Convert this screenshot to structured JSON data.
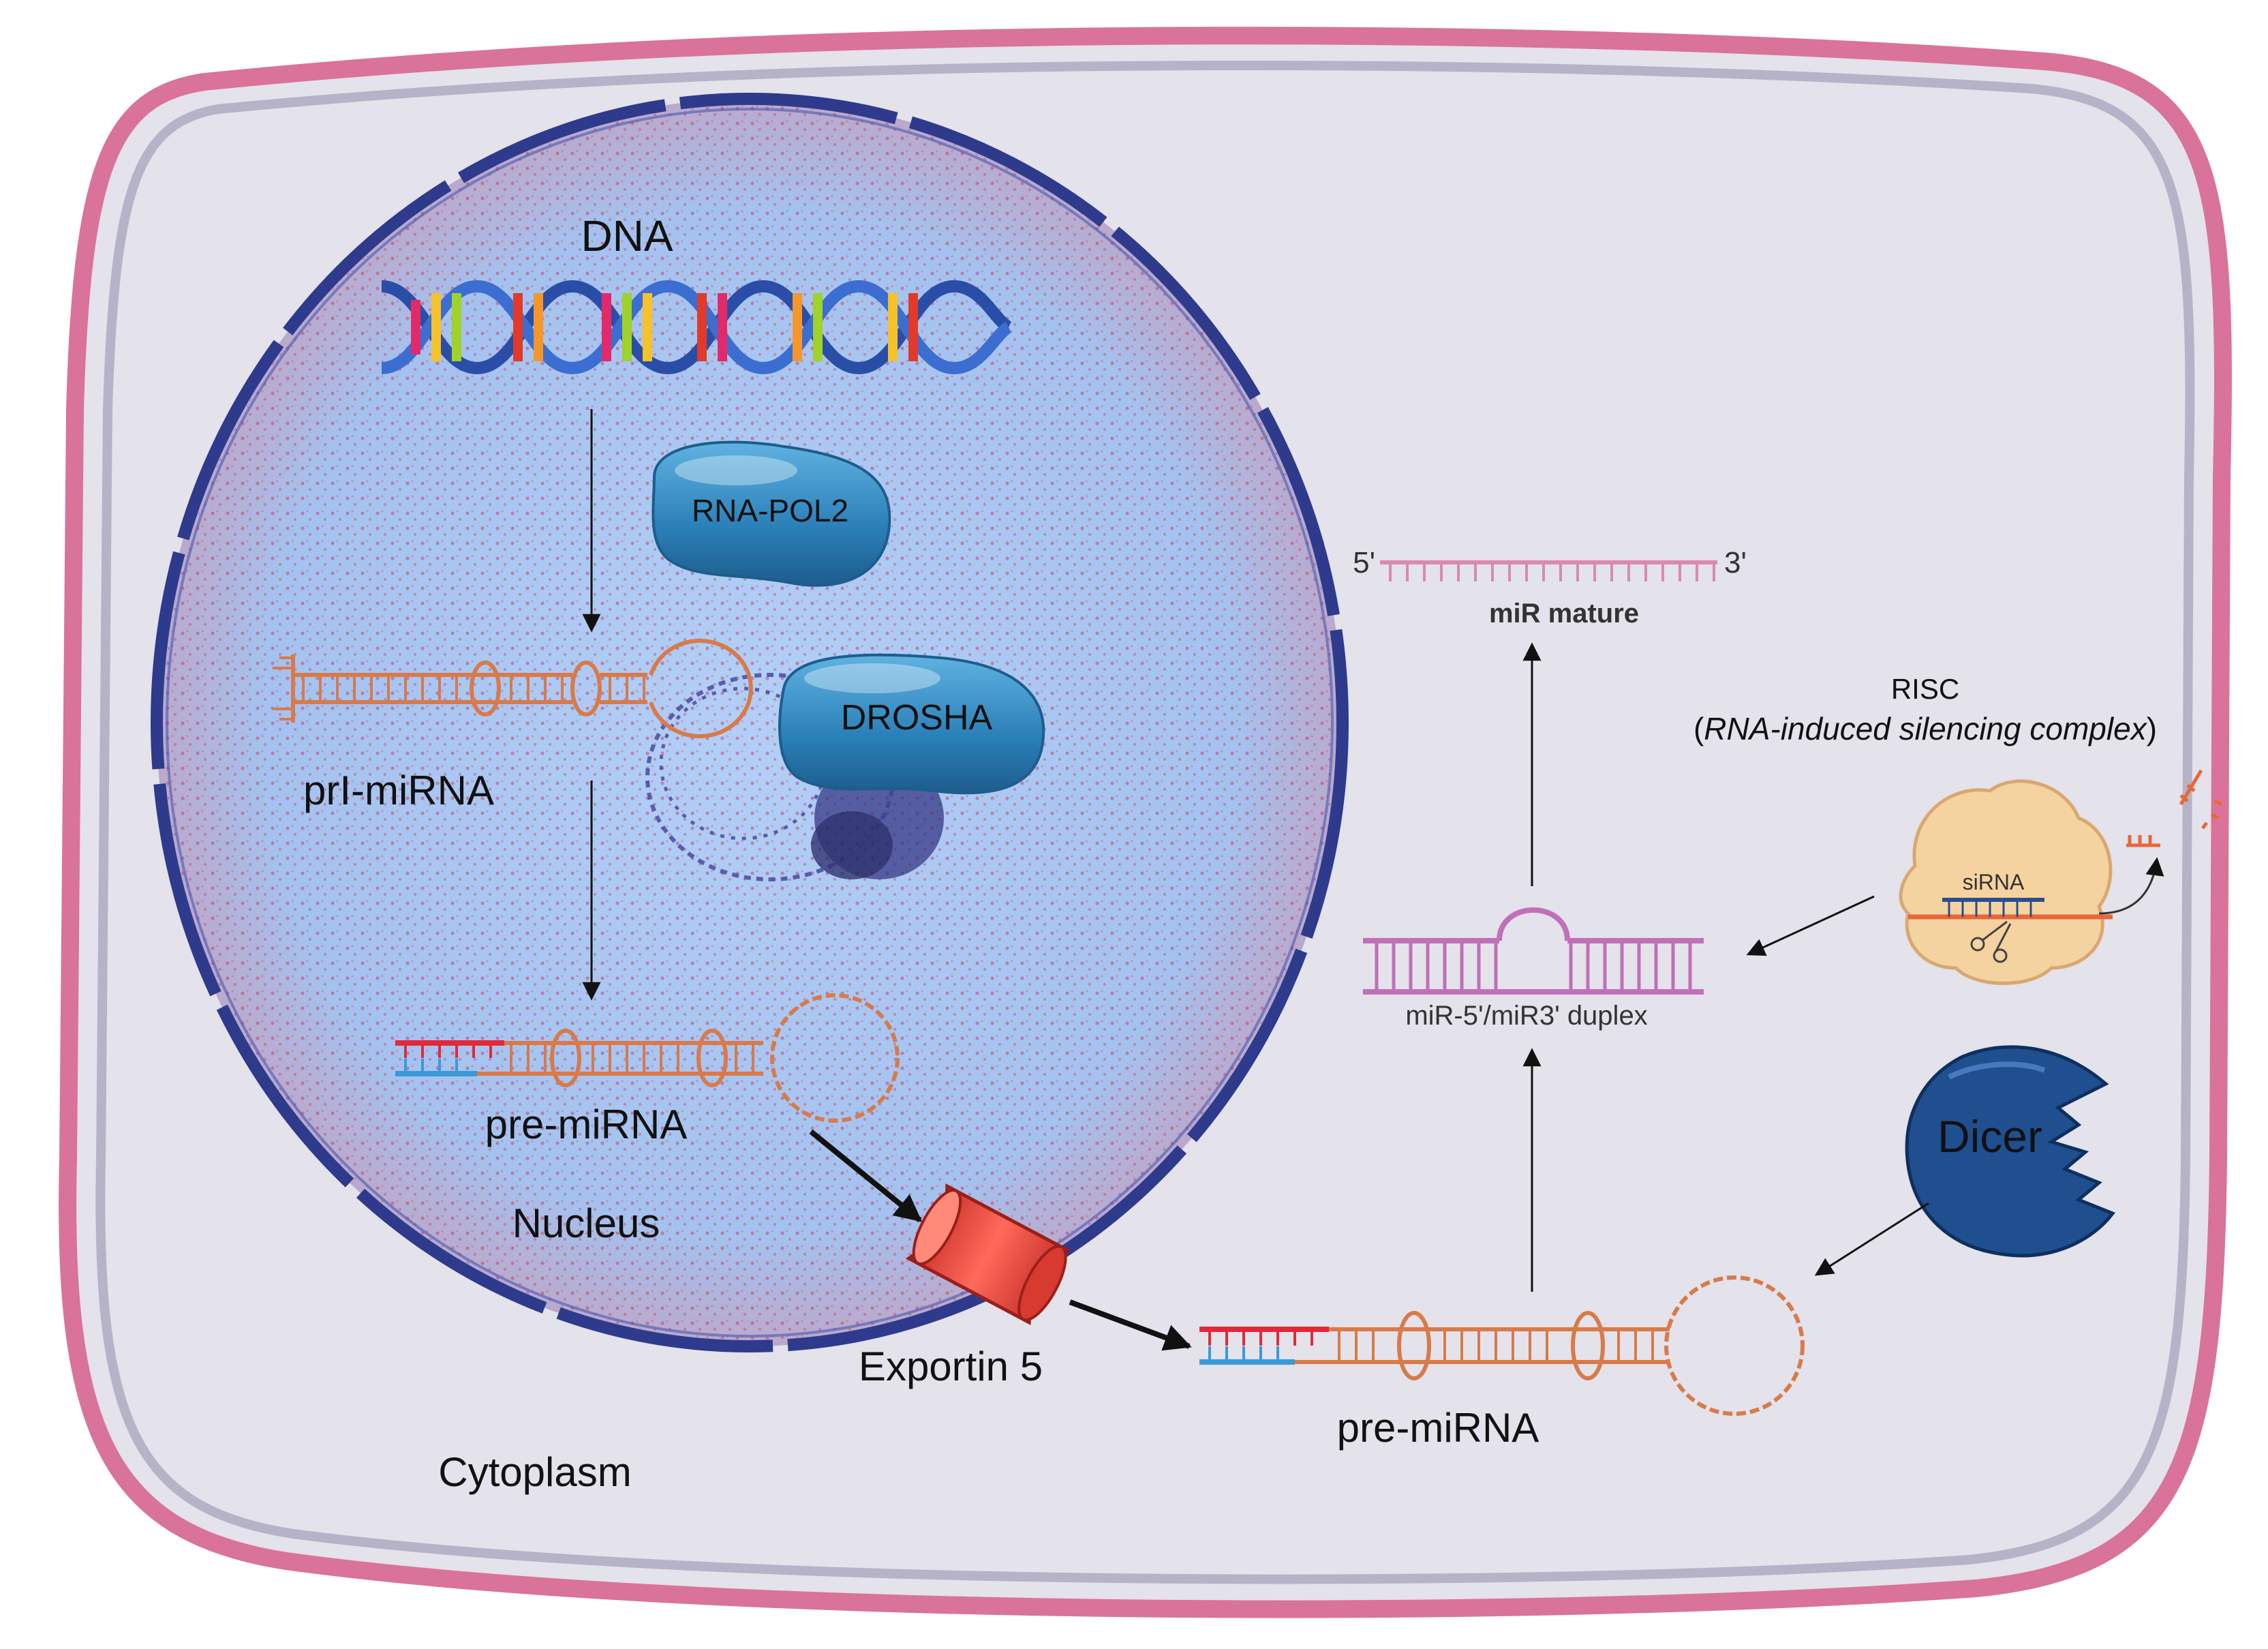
{
  "labels": {
    "dna": "DNA",
    "rna_pol2": "RNA-POL2",
    "drosha": "DROSHA",
    "pri_mirna": "prI-miRNA",
    "pre_mirna_nucleus": "pre-miRNA",
    "nucleus": "Nucleus",
    "exportin": "Exportin 5",
    "cytoplasm": "Cytoplasm",
    "pre_mirna_cytoplasm": "pre-miRNA",
    "dicer": "Dicer",
    "duplex": "miR-5'/miR3' duplex",
    "mature": "miR mature",
    "five_prime": "5'",
    "three_prime": "3'",
    "risc_title": "RISC",
    "risc_paren_open": "(",
    "risc_full": "RNA-induced silencing complex",
    "risc_paren_close": ")",
    "sirna": "siRNA"
  },
  "colors": {
    "cell_membrane": "#d9739a",
    "cytoplasm": "#e4e2ea",
    "inner_membrane": "#b6b3c8",
    "nucleus_fill": "#a9c6f2",
    "nuclear_envelope": "#2e3a8c",
    "nucleus_dots": "#c73a5a",
    "rna_strand": "#d87a4a",
    "mirna_5p": "#e02a3a",
    "mirna_3p": "#3a9ad8",
    "duplex_strand": "#c070b8",
    "protein_blue": "#2a7fb8",
    "dicer_blue": "#1f4f8f",
    "exportin_red": "#e8453a",
    "risc_tan": "#f5d3a0"
  },
  "icons": {
    "dna": "dna-helix-icon",
    "rna_pol2": "rna-polymerase-blob-icon",
    "drosha": "drosha-blob-icon",
    "dicer": "dicer-pacman-icon",
    "exportin": "exportin-channel-icon",
    "risc": "risc-complex-icon",
    "scissors": "scissors-icon"
  }
}
